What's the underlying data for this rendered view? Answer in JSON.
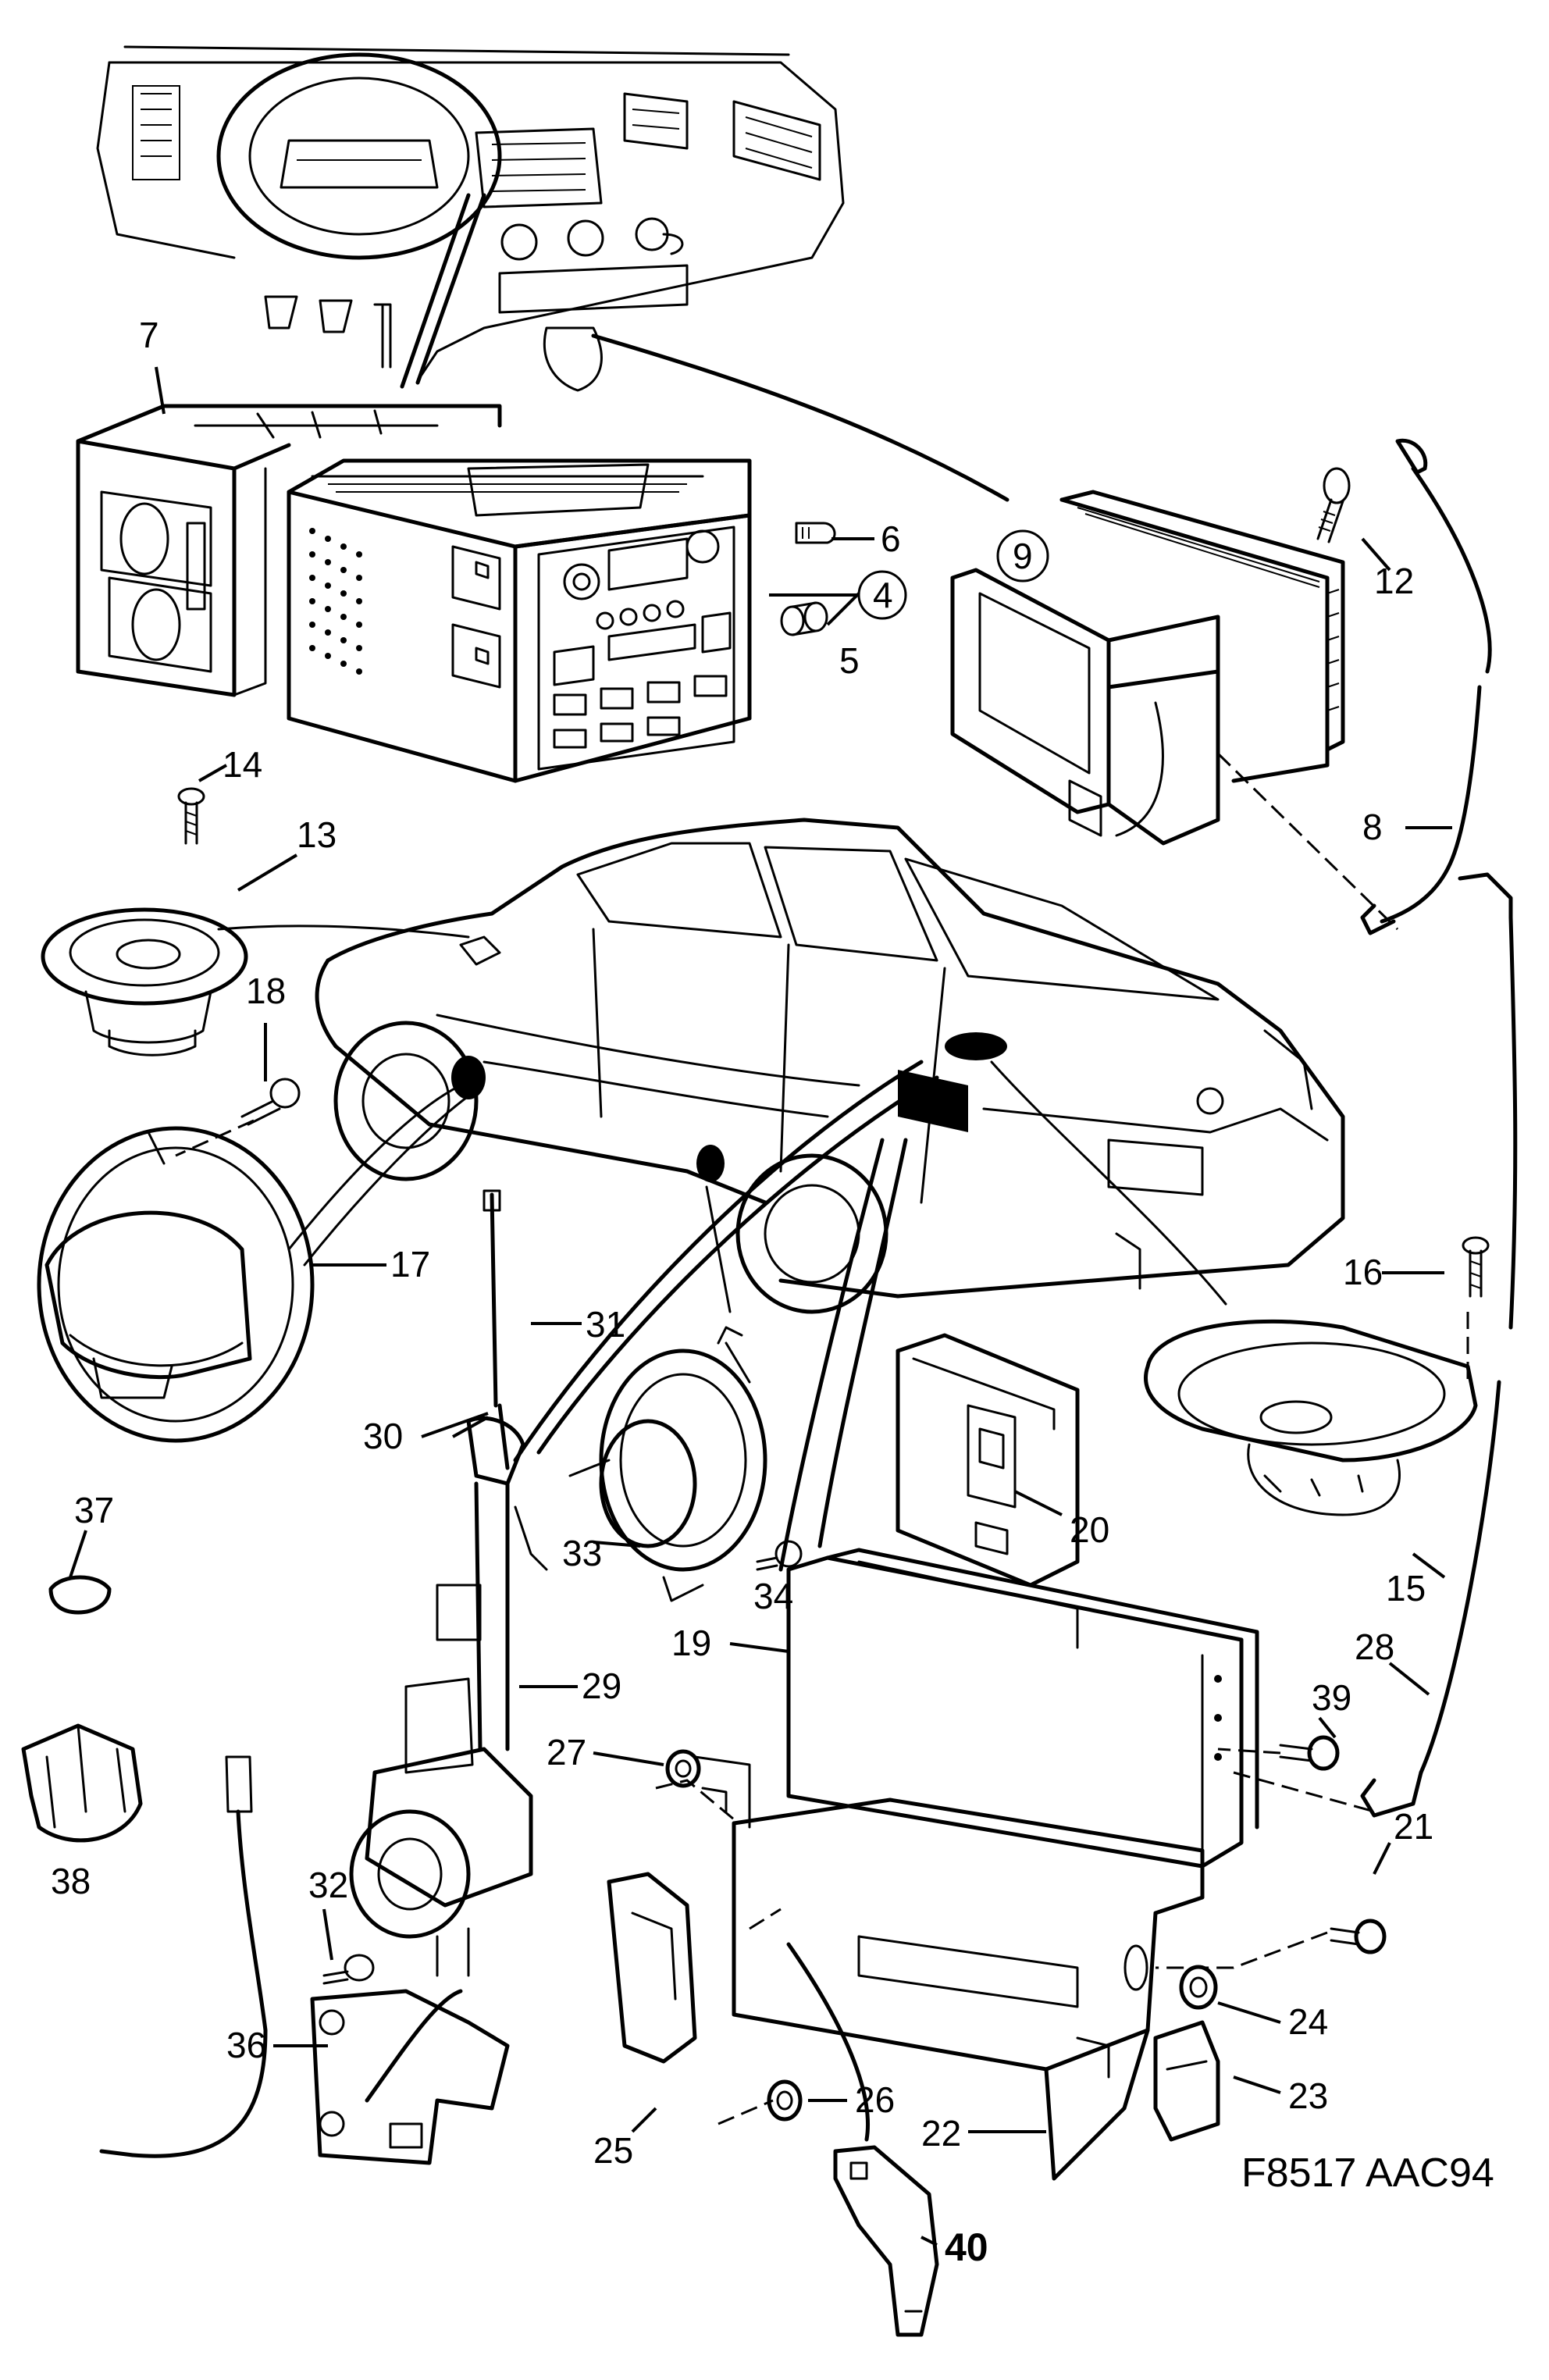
{
  "figure_reference": "F8517  AAC94",
  "callouts": [
    {
      "id": "c4",
      "label": "4",
      "circled": true
    },
    {
      "id": "c5",
      "label": "5"
    },
    {
      "id": "c6",
      "label": "6"
    },
    {
      "id": "c7",
      "label": "7"
    },
    {
      "id": "c8",
      "label": "8"
    },
    {
      "id": "c9",
      "label": "9",
      "circled": true
    },
    {
      "id": "c12",
      "label": "12"
    },
    {
      "id": "c13",
      "label": "13"
    },
    {
      "id": "c14",
      "label": "14"
    },
    {
      "id": "c15",
      "label": "15"
    },
    {
      "id": "c16",
      "label": "16"
    },
    {
      "id": "c17",
      "label": "17"
    },
    {
      "id": "c18",
      "label": "18"
    },
    {
      "id": "c19",
      "label": "19"
    },
    {
      "id": "c20",
      "label": "20"
    },
    {
      "id": "c21",
      "label": "21"
    },
    {
      "id": "c22",
      "label": "22"
    },
    {
      "id": "c23",
      "label": "23"
    },
    {
      "id": "c24",
      "label": "24"
    },
    {
      "id": "c25",
      "label": "25"
    },
    {
      "id": "c26",
      "label": "26"
    },
    {
      "id": "c27",
      "label": "27"
    },
    {
      "id": "c28",
      "label": "28"
    },
    {
      "id": "c29",
      "label": "29"
    },
    {
      "id": "c30",
      "label": "30"
    },
    {
      "id": "c31",
      "label": "31"
    },
    {
      "id": "c32",
      "label": "32"
    },
    {
      "id": "c33",
      "label": "33"
    },
    {
      "id": "c34",
      "label": "34"
    },
    {
      "id": "c36",
      "label": "36"
    },
    {
      "id": "c37",
      "label": "37"
    },
    {
      "id": "c38",
      "label": "38"
    },
    {
      "id": "c39",
      "label": "39"
    },
    {
      "id": "c40",
      "label": "40",
      "bold": true
    }
  ]
}
